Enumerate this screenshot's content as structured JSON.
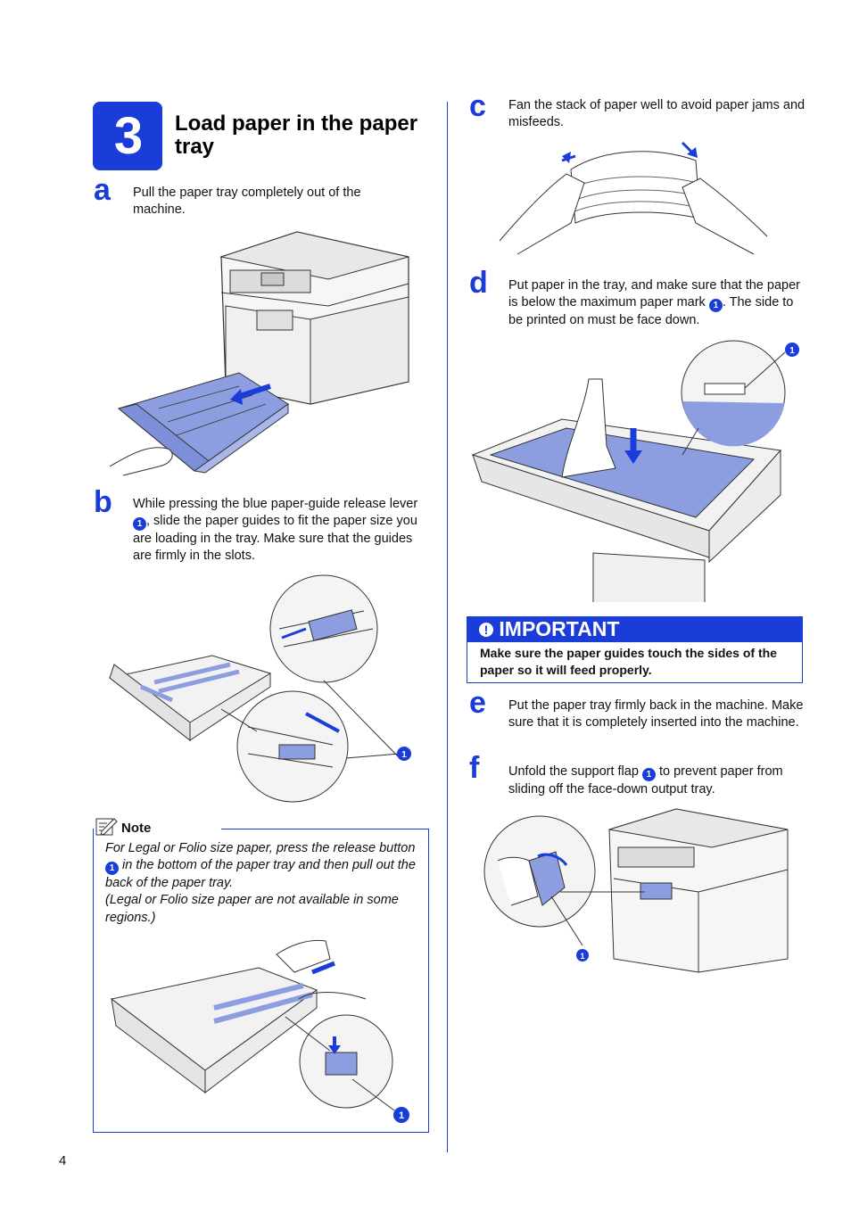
{
  "step": {
    "number": "3",
    "title": "Load paper in the paper tray"
  },
  "left": {
    "a": {
      "letter": "a",
      "text": "Pull the paper tray completely out of the machine."
    },
    "b": {
      "letter": "b",
      "text_1": "While pressing the blue paper-guide release lever",
      "callout": "1",
      "text_2": ", slide the paper guides to fit the paper size you are loading in the tray. Make sure that the guides are firmly in the slots."
    },
    "note": {
      "title": "Note",
      "text_1": "For Legal or Folio size paper, press the release button",
      "callout": "1",
      "text_2": "in the bottom of the paper tray and then pull out the back of the paper tray.",
      "text_3": "(Legal or Folio size paper are not available in some regions.)"
    }
  },
  "right": {
    "c": {
      "letter": "c",
      "text": "Fan the stack of paper well to avoid paper jams and misfeeds."
    },
    "d": {
      "letter": "d",
      "text_1": "Put paper in the tray, and make sure that the paper is below the maximum paper mark",
      "callout": "1",
      "text_2": ". The side to be printed on must be face down."
    },
    "important": {
      "heading": "IMPORTANT",
      "text": "Make sure the paper guides touch the sides of the paper so it will feed properly."
    },
    "e": {
      "letter": "e",
      "text": "Put the paper tray firmly back in the machine. Make sure that it is completely inserted into the machine."
    },
    "f": {
      "letter": "f",
      "text_1": "Unfold the support flap",
      "callout": "1",
      "text_2": "to prevent paper from sliding off the face-down output tray."
    }
  },
  "figure_callouts": {
    "b": "1",
    "d": "1",
    "note": "1",
    "f": "1"
  },
  "page_number": "4",
  "colors": {
    "accent": "#1a3cd8",
    "illustration_blue": "#8c9ee0",
    "line": "#333333"
  }
}
